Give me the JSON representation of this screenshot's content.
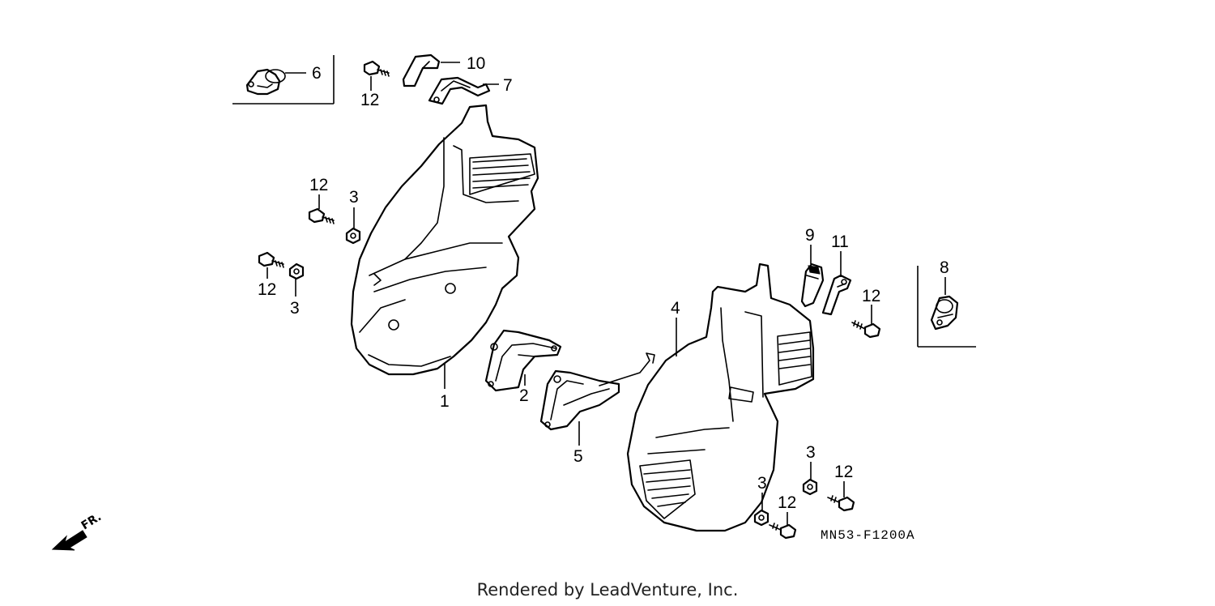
{
  "diagram": {
    "callouts": {
      "c1": "1",
      "c2": "2",
      "c3a": "3",
      "c3b": "3",
      "c3c": "3",
      "c3d": "3",
      "c4": "4",
      "c5": "5",
      "c6": "6",
      "c7": "7",
      "c8": "8",
      "c9": "9",
      "c10": "10",
      "c11": "11",
      "c12a": "12",
      "c12b": "12",
      "c12c": "12",
      "c12d": "12",
      "c12e": "12",
      "c12f": "12"
    },
    "direction_label": "FR.",
    "diagram_code": "MN53-F1200A"
  },
  "footer": {
    "credit": "Rendered by LeadVenture, Inc."
  }
}
